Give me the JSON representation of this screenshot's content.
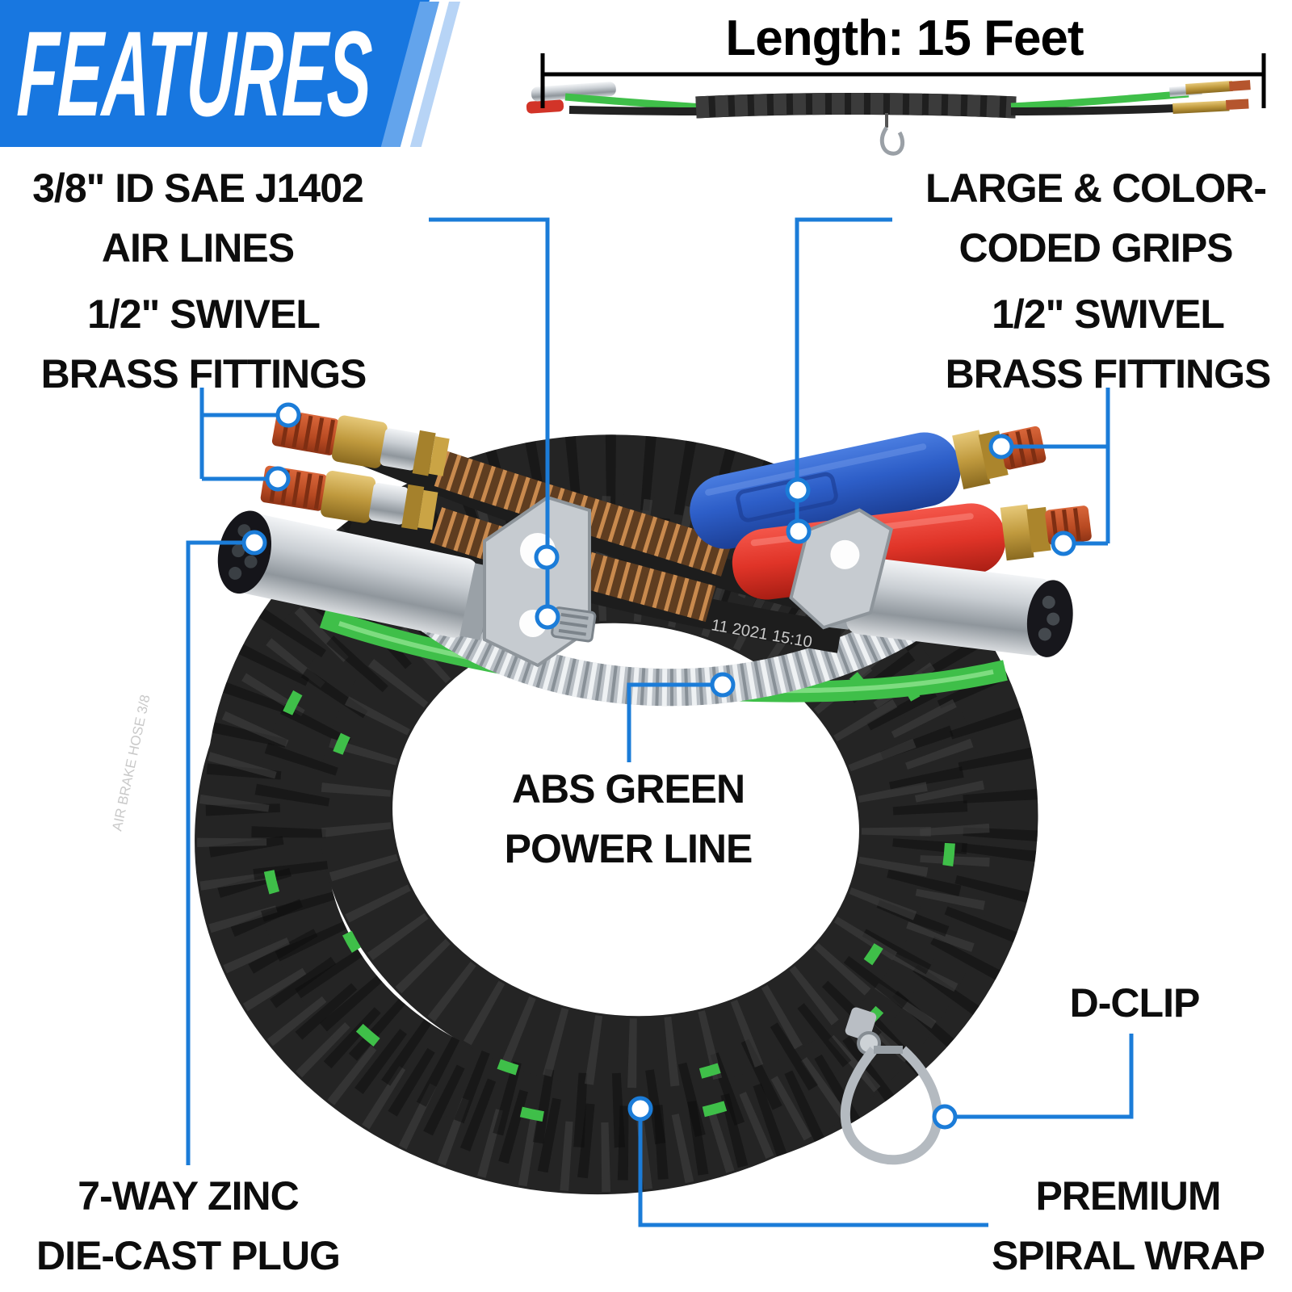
{
  "banner": {
    "title": "FEATURES"
  },
  "dimension": {
    "label": "Length: 15 Feet"
  },
  "labels": {
    "air_lines": {
      "line1": "3/8\" ID SAE J1402",
      "line2": "AIR LINES"
    },
    "grips": {
      "line1": "LARGE & COLOR-",
      "line2": "CODED GRIPS"
    },
    "fittings_left": {
      "line1": "1/2\" SWIVEL",
      "line2": "BRASS FITTINGS"
    },
    "fittings_right": {
      "line1": "1/2\" SWIVEL",
      "line2": "BRASS FITTINGS"
    },
    "abs_line": {
      "line1": "ABS GREEN",
      "line2": "POWER LINE"
    },
    "d_clip": {
      "line1": "D-CLIP"
    },
    "plug": {
      "line1": "7-WAY ZINC",
      "line2": "DIE-CAST PLUG"
    },
    "spiral_wrap": {
      "line1": "PREMIUM",
      "line2": "SPIRAL WRAP"
    }
  },
  "product": {
    "hose_marking_1": "AIR BRAKE HOSE 3/8",
    "hose_marking_2": "11 2021 15:10"
  },
  "colors": {
    "banner_blue": "#1877e0",
    "banner_stripe_1": "#63a4ec",
    "banner_stripe_2": "#b7d4f6",
    "callout_blue": "#1b7cd8",
    "text_black": "#0d0d0d",
    "abs_green": "#3fbf49",
    "grip_blue": "#2d5ec8",
    "grip_red": "#e03428",
    "brass": "#c09a3e",
    "spiral_black": "#242424"
  }
}
